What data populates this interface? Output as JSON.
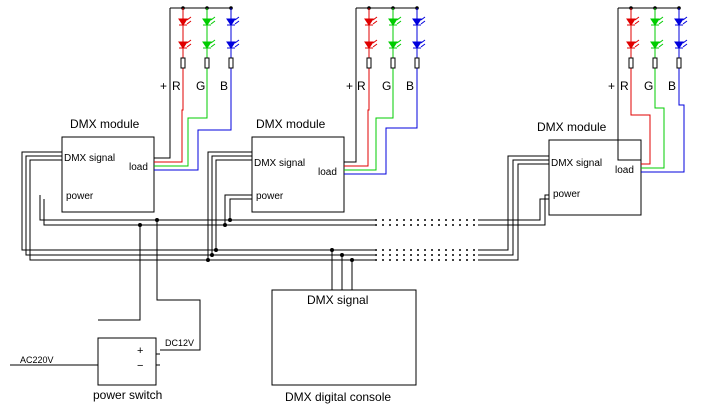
{
  "modules": [
    {
      "title": "DMX module",
      "signal": "DMX signal",
      "load": "load",
      "power": "power",
      "plus": "+",
      "r": "R",
      "g": "G",
      "b": "B"
    },
    {
      "title": "DMX module",
      "signal": "DMX signal",
      "load": "load",
      "power": "power",
      "plus": "+",
      "r": "R",
      "g": "G",
      "b": "B"
    },
    {
      "title": "DMX module",
      "signal": "DMX signal",
      "load": "load",
      "power": "power",
      "plus": "+",
      "r": "R",
      "g": "G",
      "b": "B"
    }
  ],
  "power_switch": {
    "label": "power switch",
    "input": "AC220V",
    "output": "DC12V",
    "plus": "+",
    "minus": "−"
  },
  "console": {
    "inner_label": "DMX signal",
    "label": "DMX digital console"
  },
  "colors": {
    "red": "#e00000",
    "green": "#00cc00",
    "blue": "#0000dd",
    "line": "#000000"
  }
}
